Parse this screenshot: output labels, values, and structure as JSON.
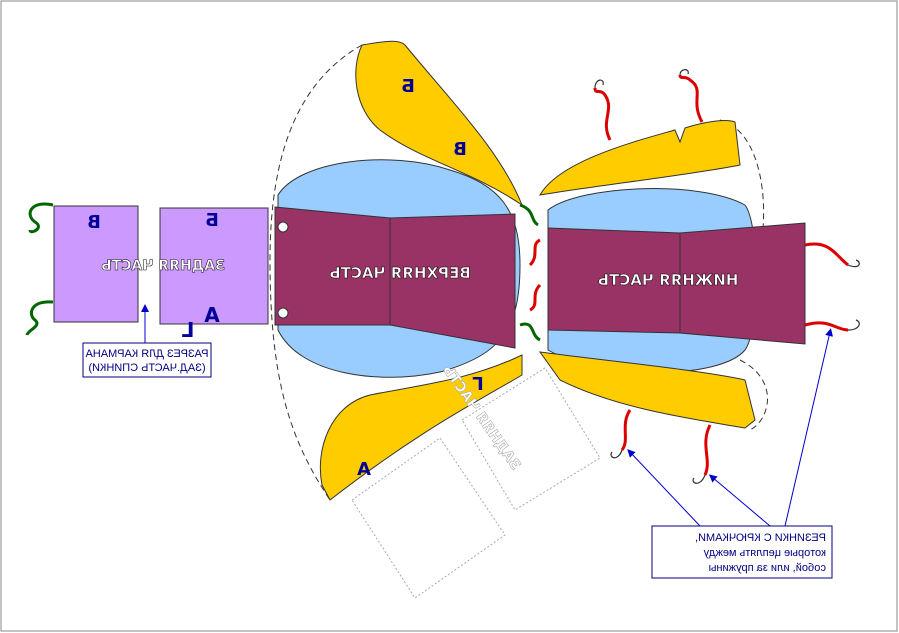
{
  "parts": {
    "back": "ЗАДНЯЯ ЧАСТЬ",
    "top": "ВЕРХНЯЯ ЧАСТЬ",
    "bottom": "НИЖНЯЯ ЧАСТЬ"
  },
  "letters": {
    "b": "Б",
    "v": "В",
    "g": "Г",
    "a": "А"
  },
  "notes": {
    "pocket": [
      "РАЗРЕЗ ДЛЯ КАРМАНА",
      "(ЗАД.ЧАСТЬ СПИНКИ)"
    ],
    "elastic": [
      "РЕЗИНКИ С КРЮЧКАМИ,",
      "которые цеплять  между",
      "собой, или за пружины"
    ]
  },
  "colors": {
    "lilac": "#cc99ff",
    "maroon": "#993366",
    "lightblue": "#99ccff",
    "yellow": "#ffcc00",
    "letter": "#000099",
    "green": "#006600",
    "red": "#dd0000"
  }
}
